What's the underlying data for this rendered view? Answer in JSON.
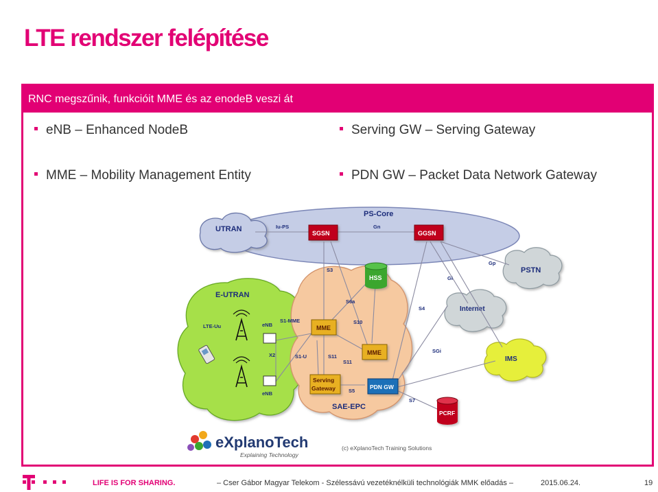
{
  "title": "LTE rendszer felépítése",
  "panel": {
    "header": "RNC megszűnik,  funkcióit MME és az enodeB veszi át",
    "bullets_left": [
      "eNB – Enhanced NodeB",
      "MME – Mobility Management Entity"
    ],
    "bullets_right": [
      "Serving GW – Serving Gateway",
      "PDN GW – Packet Data Network Gateway"
    ]
  },
  "diagram": {
    "clouds": {
      "ps_core": "PS-Core",
      "utran": "UTRAN",
      "e_utran": "E-UTRAN",
      "sae_epc": "SAE-EPC",
      "pstn": "PSTN",
      "internet": "Internet",
      "ims": "IMS"
    },
    "nodes": {
      "sgsn": "SGSN",
      "ggsn": "GGSN",
      "hss": "HSS",
      "mme1": "MME",
      "mme2": "MME",
      "serving_gw_1": "Serving",
      "serving_gw_2": "Gateway",
      "pdn_gw": "PDN GW",
      "pcrf": "PCRF"
    },
    "interfaces": {
      "iu_ps": "Iu-PS",
      "gn": "Gn",
      "s3": "S3",
      "gi": "Gi",
      "gp": "Gp",
      "s6a": "S6a",
      "s4": "S4",
      "s10": "S10",
      "s1_mme": "S1-MME",
      "s1_u": "S1-U",
      "s11": "S11",
      "s11b": "S11",
      "s5": "S5",
      "sgi": "SGi",
      "s7": "S7",
      "x2": "X2",
      "lte_uu": "LTE-Uu",
      "enb_top": "eNB",
      "enb_bottom": "eNB"
    },
    "brand": {
      "name": "eXplanoTech",
      "tagline": "Explaining Technology",
      "credit": "(c) eXplanoTech Training Solutions"
    }
  },
  "footer": {
    "slogan": "LIFE IS FOR SHARING.",
    "author": "– Cser Gábor Magyar Telekom - Szélessávú vezetéknélküli technológiák  MMK előadás  –",
    "date": "2015.06.24.",
    "page": "19"
  },
  "colors": {
    "brand_magenta": "#e20074",
    "ps_core_fill": "#c5cde6",
    "e_utran_fill": "#a6e04a",
    "sae_epc_fill": "#f6c9a0",
    "node_red": "#c0001b",
    "node_blue": "#1e6fb8",
    "node_orange": "#e8b023",
    "node_green": "#3aa62e"
  }
}
